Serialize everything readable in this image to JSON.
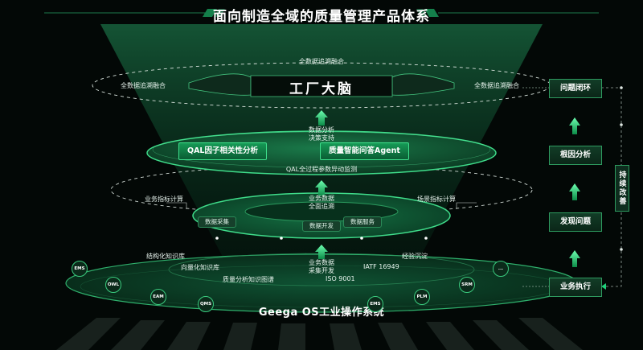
{
  "title": "面向制造全域的质量管理产品体系",
  "top_layer": {
    "center": "工厂大脑",
    "top_label": "全数据追溯融合",
    "left_label": "全数据追溯融合",
    "right_label": "全数据追溯融合"
  },
  "arrow1": {
    "line1": "数据分析",
    "line2": "决策支持"
  },
  "mid_layer": {
    "left_box": "QAL因子相关性分析",
    "right_box": "质量智能问答Agent",
    "bottom_label": "QAL全过程参数异动监测"
  },
  "arrow2": {
    "line1": "业务数据",
    "line2": "全面追溯"
  },
  "ring_layer": {
    "left_label": "业务指标计算",
    "right_label": "场景指标计算",
    "pill_left": "数据采集",
    "pill_center": "数据开发",
    "pill_right": "数据服务"
  },
  "arrow3": {
    "line1": "业务数据",
    "line2": "采集开发"
  },
  "base_layer": {
    "structured_kb": "结构化知识库",
    "experience": "经验沉淀",
    "vector_kb": "向量化知识库",
    "iatf": "IATF 16949",
    "graph": "质量分析知识图谱",
    "iso": "ISO 9001",
    "os_name": "Geega OS工业操作系统",
    "badges": [
      "EMS",
      "OWL",
      "EAM",
      "QMS",
      "EMS",
      "PLM",
      "SRM",
      "..."
    ]
  },
  "right_flow": {
    "steps": [
      "问题闭环",
      "根因分析",
      "发现问题",
      "业务执行"
    ],
    "side_label": "持续改善"
  },
  "colors": {
    "accent": "#1fd07a",
    "dark_green": "#0a5c33",
    "background": "#030806"
  }
}
